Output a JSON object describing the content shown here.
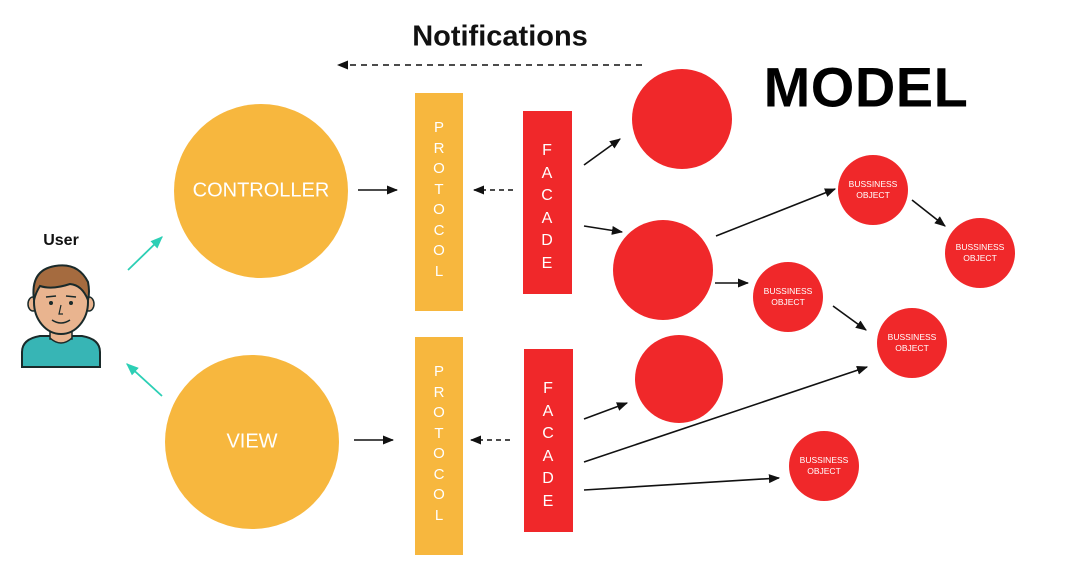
{
  "header": {
    "notifications_label": "Notifications",
    "model_label": "MODEL"
  },
  "user": {
    "label": "User",
    "avatar_icon": "person-avatar-icon"
  },
  "controller": {
    "label": "CONTROLLER",
    "protocol_label": "PROTOCOL",
    "facade_label": "FACADE"
  },
  "view": {
    "label": "VIEW",
    "protocol_label": "PROTOCOL",
    "facade_label": "FACADE"
  },
  "business_objects": {
    "bo1": {
      "line1": "BUSSINESS",
      "line2": "OBJECT"
    },
    "bo2": {
      "line1": "BUSSINESS",
      "line2": "OBJECT"
    },
    "bo3": {
      "line1": "BUSSINESS",
      "line2": "OBJECT"
    },
    "bo4": {
      "line1": "BUSSINESS",
      "line2": "OBJECT"
    },
    "bo5": {
      "line1": "BUSSINESS",
      "line2": "OBJECT"
    }
  },
  "colors": {
    "orange": "#F7B73E",
    "red": "#F0282A",
    "teal": "#2CCFB5",
    "arrow": "#111111"
  }
}
